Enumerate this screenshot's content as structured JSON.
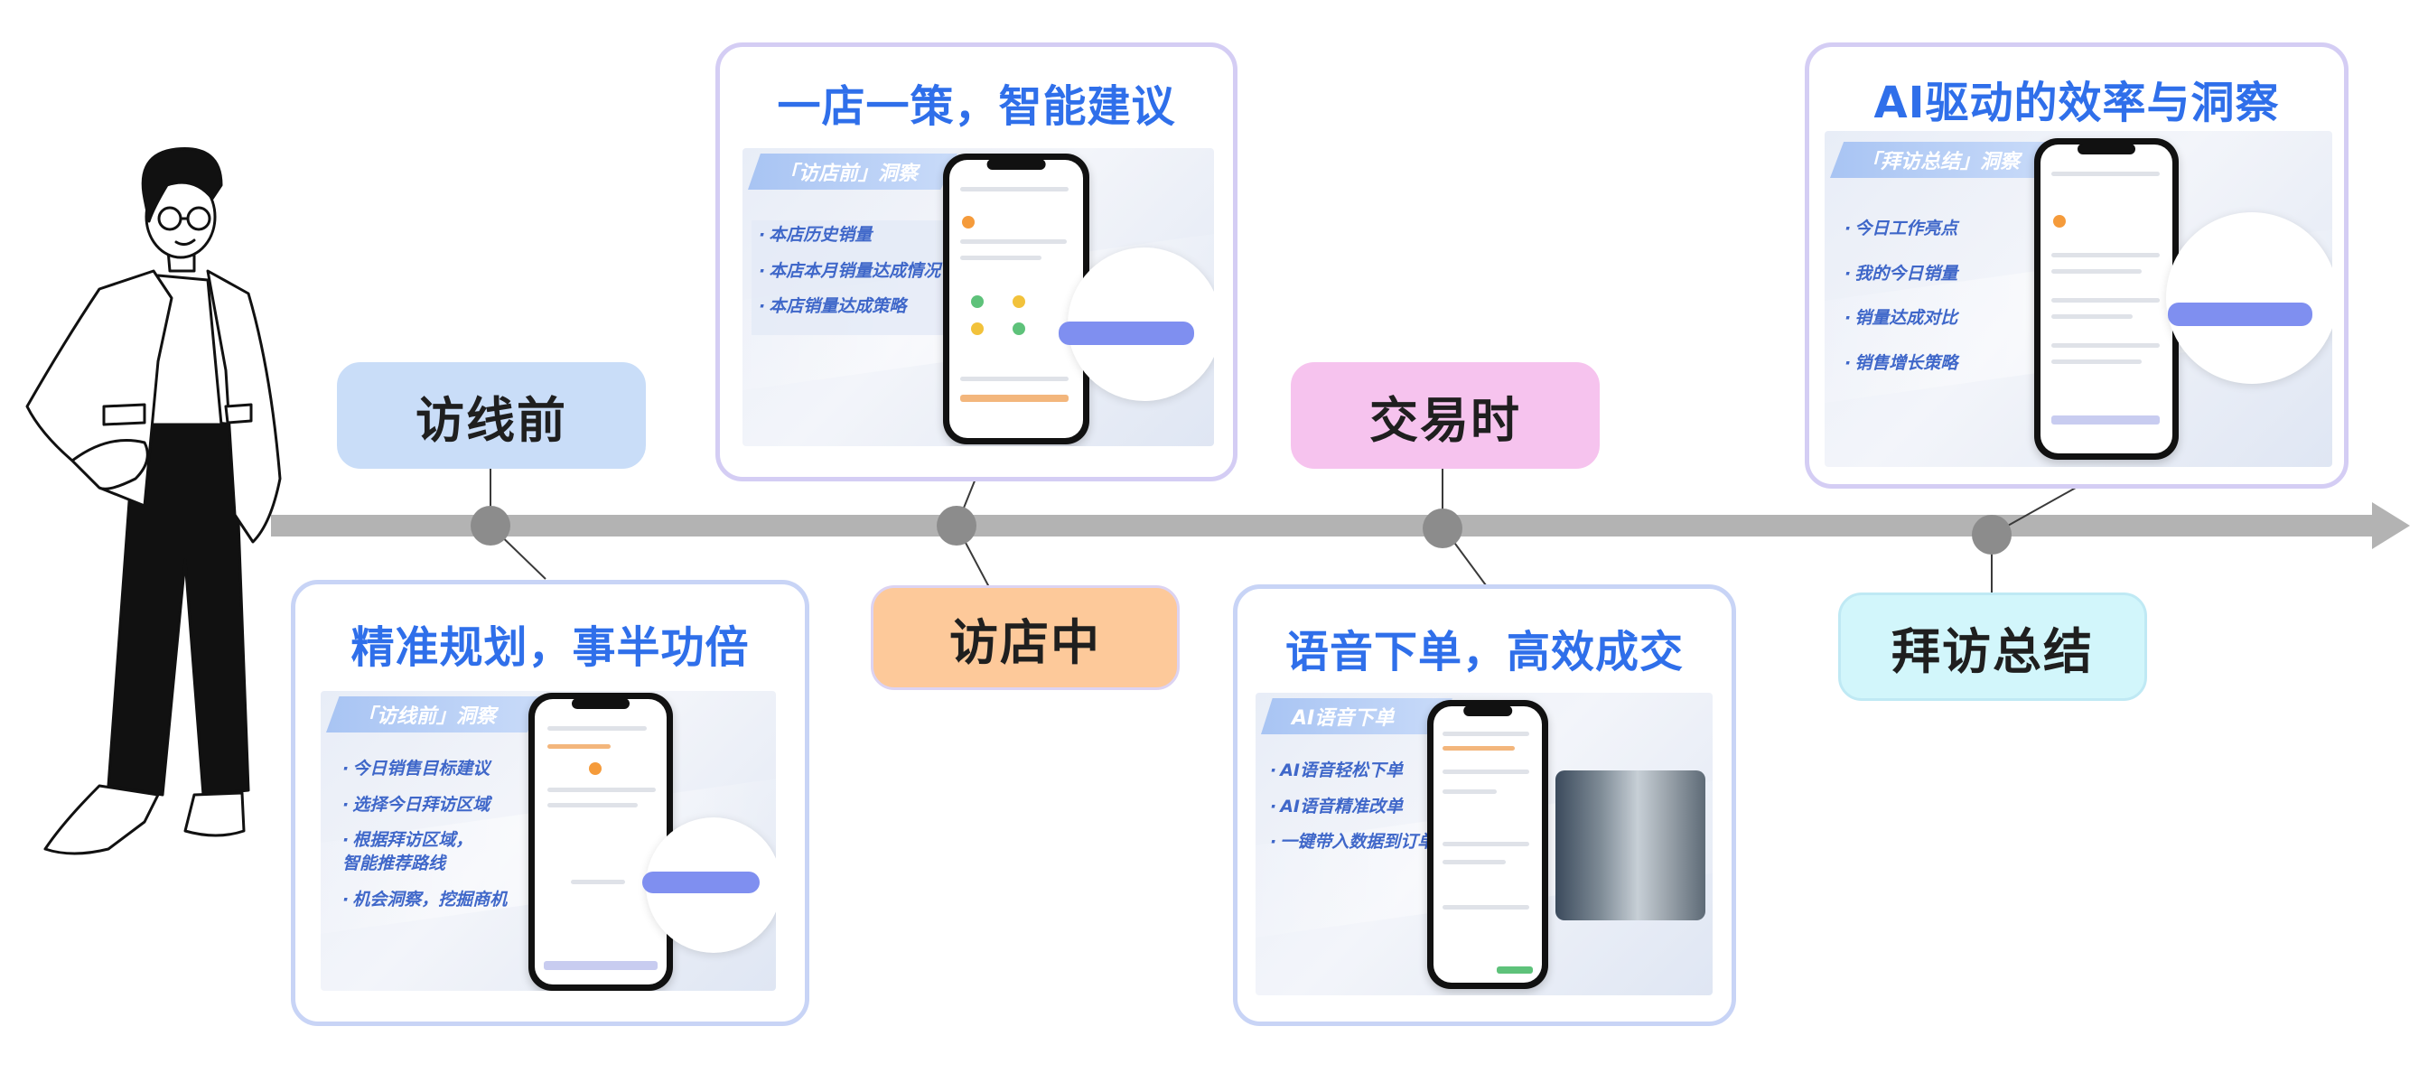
{
  "stages": {
    "pre_visit": "访线前",
    "in_store": "访店中",
    "transaction": "交易时",
    "summary": "拜访总结"
  },
  "cards": {
    "pre_visit": {
      "title": "精准规划，事半功倍",
      "tag": "「访线前」洞察",
      "bullets": [
        "今日销售目标建议",
        "选择今日拜访区域",
        "根据拜访区域，\n智能推荐路线",
        "机会洞察，挖掘商机"
      ]
    },
    "in_store": {
      "title": "一店一策，智能建议",
      "tag": "「访店前」洞察",
      "bullets": [
        "本店历史销量",
        "本店本月销量达成情况",
        "本店销量达成策略"
      ]
    },
    "transaction": {
      "title": "语音下单，高效成交",
      "tag": "AI语音下单",
      "bullets": [
        "AI语音轻松下单",
        "AI语音精准改单",
        "一键带入数据到订单"
      ]
    },
    "summary": {
      "title": "AI驱动的效率与洞察",
      "tag": "「拜访总结」洞察",
      "bullets": [
        "今日工作亮点",
        "我的今日销量",
        "销量达成对比",
        "销售增长策略"
      ]
    }
  },
  "colors": {
    "timeline": "#b3b3b3",
    "card_title": "#2f6fea",
    "bullet_text": "#3f67c9"
  }
}
